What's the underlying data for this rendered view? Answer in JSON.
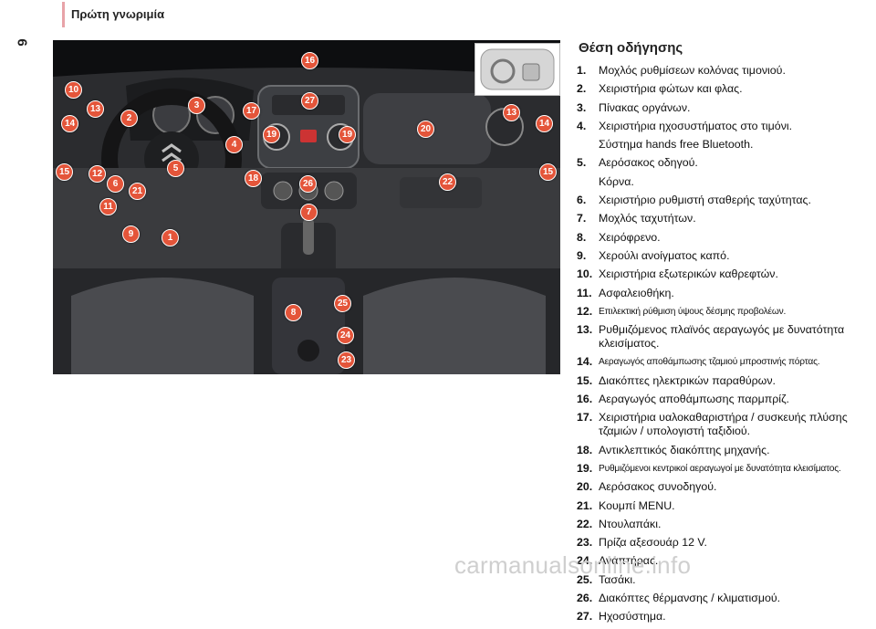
{
  "header": {
    "title": "Πρώτη γνωριμία",
    "page_number": "6"
  },
  "section": {
    "title": "Θέση οδήγησης"
  },
  "callouts": [
    "16",
    "10",
    "27",
    "13",
    "3",
    "17",
    "2",
    "14",
    "19",
    "19",
    "20",
    "4",
    "13",
    "14",
    "5",
    "18",
    "15",
    "12",
    "6",
    "21",
    "26",
    "22",
    "15",
    "11",
    "7",
    "9",
    "1",
    "25",
    "8",
    "24",
    "23"
  ],
  "legend": [
    {
      "num": "1.",
      "text": "Μοχλός ρυθμίσεων κολόνας τιμονιού."
    },
    {
      "num": "2.",
      "text": "Χειριστήρια φώτων και φλας."
    },
    {
      "num": "3.",
      "text": "Πίνακας οργάνων."
    },
    {
      "num": "4.",
      "text": "Χειριστήρια ηχοσυστήματος στο τιμόνι.",
      "cont": "Σύστημα hands free Bluetooth."
    },
    {
      "num": "5.",
      "text": "Αερόσακος οδηγού.",
      "cont": "Κόρνα."
    },
    {
      "num": "6.",
      "text": "Χειριστήριο ρυθμιστή σταθερής ταχύτητας."
    },
    {
      "num": "7.",
      "text": "Μοχλός ταχυτήτων."
    },
    {
      "num": "8.",
      "text": "Χειρόφρενο."
    },
    {
      "num": "9.",
      "text": "Χερούλι ανοίγματος καπό."
    },
    {
      "num": "10.",
      "text": "Χειριστήρια εξωτερικών καθρεφτών."
    },
    {
      "num": "11.",
      "text": "Ασφαλειοθήκη."
    },
    {
      "num": "12.",
      "text": "Επιλεκτική ρύθμιση ύψους δέσμης προβολέων.",
      "small": true
    },
    {
      "num": "13.",
      "text": "Ρυθμιζόμενος πλαϊνός αεραγωγός με δυνατότητα κλεισίματος."
    },
    {
      "num": "14.",
      "text": "Αεραγωγός αποθάμπωσης τζαμιού μπροστινής πόρτας.",
      "small": true
    },
    {
      "num": "15.",
      "text": "Διακόπτες ηλεκτρικών παραθύρων."
    },
    {
      "num": "16.",
      "text": "Αεραγωγός αποθάμπωσης παρμπρίζ."
    },
    {
      "num": "17.",
      "text": "Χειριστήρια υαλοκαθαριστήρα / συσκευής πλύσης τζαμιών / υπολογιστή ταξιδιού."
    },
    {
      "num": "18.",
      "text": "Αντικλεπτικός διακόπτης μηχανής."
    },
    {
      "num": "19.",
      "text": "Ρυθμιζόμενοι κεντρικοί αεραγωγοί με δυνατότητα κλεισίματος.",
      "small": true
    },
    {
      "num": "20.",
      "text": "Αερόσακος συνοδηγού."
    },
    {
      "num": "21.",
      "text": "Κουμπί MENU."
    },
    {
      "num": "22.",
      "text": "Ντουλαπάκι."
    },
    {
      "num": "23.",
      "text": "Πρίζα αξεσουάρ 12 V."
    },
    {
      "num": "24.",
      "text": "Αναπτήρας."
    },
    {
      "num": "25.",
      "text": "Τασάκι."
    },
    {
      "num": "26.",
      "text": "Διακόπτες θέρμανσης / κλιματισμού."
    },
    {
      "num": "27.",
      "text": "Ηχοσύστημα."
    }
  ],
  "watermark": "carmanualsonline.info",
  "colors": {
    "callout": "#e4553a",
    "accent_bar": "#e8a3a8"
  }
}
